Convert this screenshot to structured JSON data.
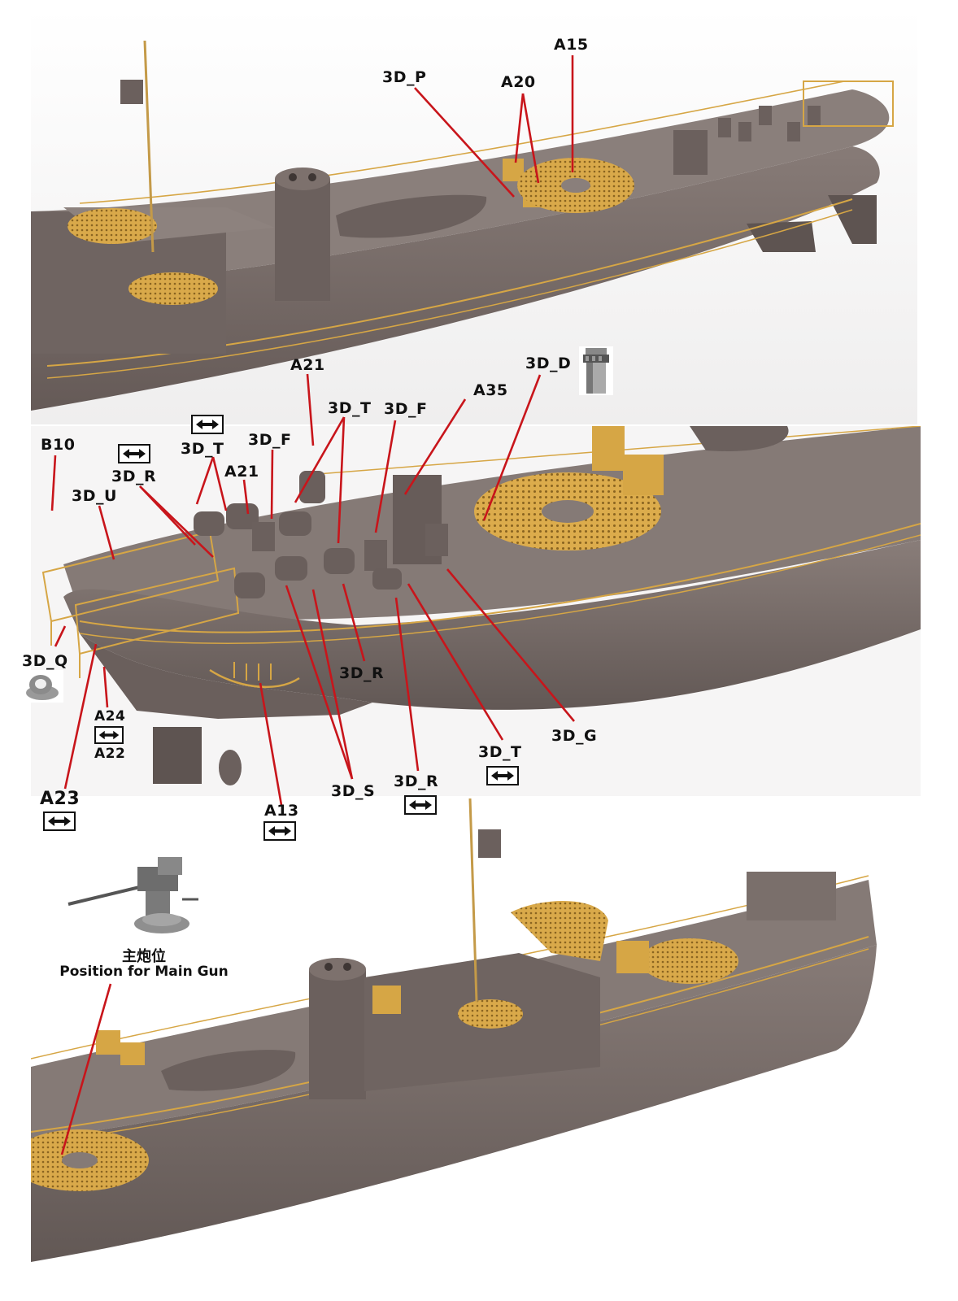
{
  "labels": {
    "p1_3dp": "3D_P",
    "p1_a20": "A20",
    "p1_a15": "A15",
    "p2_a21_top": "A21",
    "p2_3dd": "3D_D",
    "p2_3dt_top": "3D_T",
    "p2_3df_mid": "3D_F",
    "p2_a35": "A35",
    "p2_b10": "B10",
    "p2_3dt_left": "3D_T",
    "p2_3df_left": "3D_F",
    "p2_3dr_left": "3D_R",
    "p2_a21_left": "A21",
    "p2_3du": "3D_U",
    "p2_3dq": "3D_Q",
    "p2_3dr_mid": "3D_R",
    "p2_a24": "A24",
    "p2_a22": "A22",
    "p2_3dg": "3D_G",
    "p2_3dt_bottom": "3D_T",
    "p2_a23": "A23",
    "p2_3ds": "3D_S",
    "p2_3dr_bottom": "3D_R",
    "p2_a13": "A13"
  },
  "caption": {
    "chinese": "主炮位",
    "english": "Position for Main Gun"
  },
  "colors": {
    "hull": "#7a6d69",
    "deck": "#857a76",
    "brass": "#d6a645",
    "leader": "#c8151b",
    "background": "#ffffff"
  },
  "icons": [
    "swap-arrow-icon",
    "binnacle-3d-icon",
    "fairlead-3d-icon",
    "deck-gun-3d-icon"
  ]
}
